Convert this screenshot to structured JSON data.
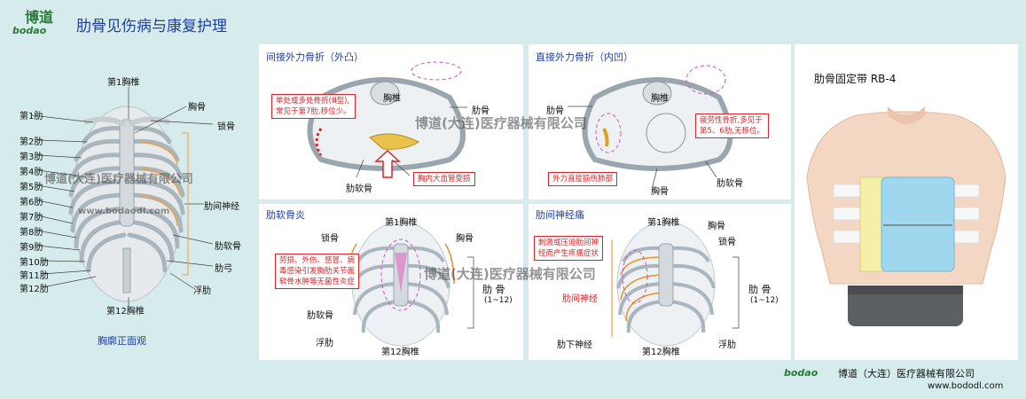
{
  "header": {
    "logo_cn": "博道",
    "logo_en": "bodao",
    "title": "肋骨见伤病与康复护理"
  },
  "left_panel": {
    "top_label": "第1胸椎",
    "right_labels": [
      "胸骨",
      "锁骨",
      "肋间神经",
      "肋软骨",
      "肋弓",
      "浮肋"
    ],
    "left_labels": [
      "第1肋",
      "第2肋",
      "第3肋",
      "第4肋",
      "第5肋",
      "第6肋",
      "第7肋",
      "第8肋",
      "第9肋",
      "第10肋",
      "第11肋",
      "第12肋"
    ],
    "bottom_label": "第12胸椎",
    "caption": "胸廓正面观",
    "watermark_1": "博道(大连)医疗器械有限公司",
    "watermark_2": "www.bodaodl.com"
  },
  "panel_indirect": {
    "title": "间接外力骨折（外凸）",
    "note": "单处或多处骨折(Ⅲ型),\n常见于第7肋,移位少。",
    "label_spine": "胸椎",
    "label_rib": "肋骨",
    "label_cartilage": "肋软骨",
    "note_vessel": "胸内大血管受损"
  },
  "panel_direct": {
    "title": "直接外力骨折（内凹）",
    "label_rib_left": "肋骨",
    "label_spine": "胸椎",
    "note_fatigue": "疲劳性骨折,多见于\n第5、6肋,无移位。",
    "note_lung": "外力直接损伤肺部",
    "label_sternum": "胸骨",
    "label_cartilage": "肋软骨"
  },
  "watermark_center": "博道(大连)医疗器械有限公司",
  "panel_costochondritis": {
    "title": "肋软骨炎",
    "label_t1": "第1胸椎",
    "label_clavicle": "锁骨",
    "label_sternum": "胸骨",
    "note": "劳损、外伤、感冒、病\n毒感染引发胸肋关节面\n软骨水肿等无菌性炎症",
    "label_rib": "肋  骨",
    "label_rib_range": "(1~12)",
    "label_cartilage": "肋软骨",
    "label_floating": "浮肋",
    "label_t12": "第12胸椎"
  },
  "panel_neuralgia": {
    "title": "肋间神经痛",
    "label_t1": "第1胸椎",
    "label_sternum": "胸骨",
    "label_clavicle": "锁骨",
    "note": "刺激或压迫肋间神\n经而产生疼痛症状",
    "label_nerve": "肋间神经",
    "label_rib": "肋  骨",
    "label_rib_range": "(1~12)",
    "label_subcostal": "肋下神经",
    "label_floating": "浮肋",
    "label_t12": "第12胸椎"
  },
  "panel_product": {
    "title": "肋骨固定带  RB-4"
  },
  "footer": {
    "logo_en": "bodao",
    "company": "博道（大连）医疗器械有限公司",
    "url": "www.bododl.com"
  },
  "colors": {
    "background": "#d6ecec",
    "title_blue": "#1e3ea0",
    "alert_red": "#d8262a",
    "nerve_orange": "#e8902a",
    "inflammation_magenta": "#d24fc4",
    "brace_blue": "#9fd8ee",
    "brace_yellow": "#f4f0a8"
  }
}
